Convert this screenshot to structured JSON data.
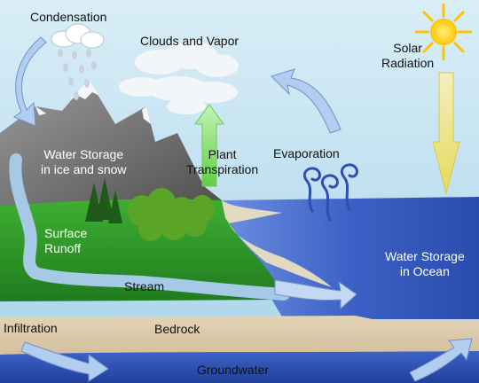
{
  "labels": {
    "condensation": "Condensation",
    "clouds_vapor": "Clouds and Vapor",
    "solar_radiation": [
      "Solar",
      "Radiation"
    ],
    "water_storage_ice": [
      "Water Storage",
      "in ice and snow"
    ],
    "plant_transpiration": [
      "Plant",
      "Transpiration"
    ],
    "evaporation": "Evaporation",
    "surface_runoff": [
      "Surface",
      "Runoff"
    ],
    "water_storage_ocean": [
      "Water Storage",
      "in Ocean"
    ],
    "stream": "Stream",
    "infiltration": "Infiltration",
    "bedrock": "Bedrock",
    "groundwater": "Groundwater"
  },
  "colors": {
    "sky": "#cfe7f3",
    "ocean": "#3b62c4",
    "land": "#2f9a2a",
    "mountain": "#6f6f6f",
    "bedrock": "#dbc8a8",
    "groundwater": "#2e4fb0",
    "arrow_blue": "#a9c6ee",
    "arrow_green": "#8fe07a",
    "arrow_yellow": "#eee79a",
    "sun": "#ffd21a"
  }
}
